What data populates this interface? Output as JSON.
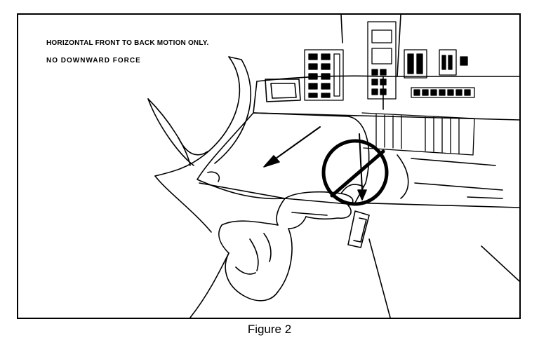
{
  "figure": {
    "instruction_line_1": "HORIZONTAL FRONT TO BACK MOTION ONLY.",
    "instruction_line_2": "NO DOWNWARD FORCE",
    "caption": "Figure 2"
  },
  "colors": {
    "ink": "#000000",
    "paper": "#ffffff"
  },
  "icons": {
    "prohibited": "prohibited-symbol-icon",
    "direction": "direction-arrow-icon"
  }
}
